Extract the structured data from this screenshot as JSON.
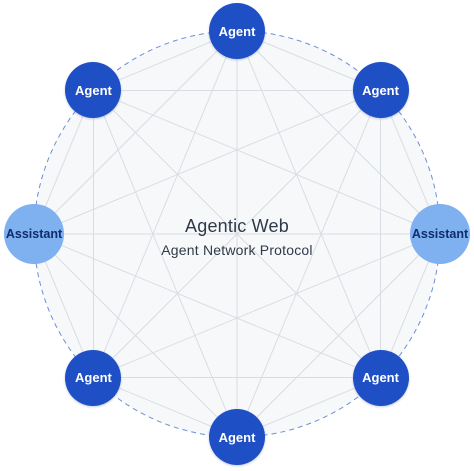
{
  "center": {
    "title": "Agentic Web",
    "subtitle": "Agent Network Protocol"
  },
  "nodes": [
    {
      "id": "top",
      "label": "Agent",
      "kind": "agent"
    },
    {
      "id": "upper-right",
      "label": "Agent",
      "kind": "agent"
    },
    {
      "id": "right",
      "label": "Assistant",
      "kind": "assistant"
    },
    {
      "id": "lower-right",
      "label": "Agent",
      "kind": "agent"
    },
    {
      "id": "bottom",
      "label": "Agent",
      "kind": "agent"
    },
    {
      "id": "lower-left",
      "label": "Agent",
      "kind": "agent"
    },
    {
      "id": "left",
      "label": "Assistant",
      "kind": "assistant"
    },
    {
      "id": "upper-left",
      "label": "Agent",
      "kind": "agent"
    }
  ],
  "colors": {
    "agent": "#1e4fc4",
    "assistant": "#7fb0f0",
    "dashed_ring": "#6b8fd6",
    "mesh_lines": "#d9dde3",
    "disc_fill": "#f7f8fa"
  }
}
